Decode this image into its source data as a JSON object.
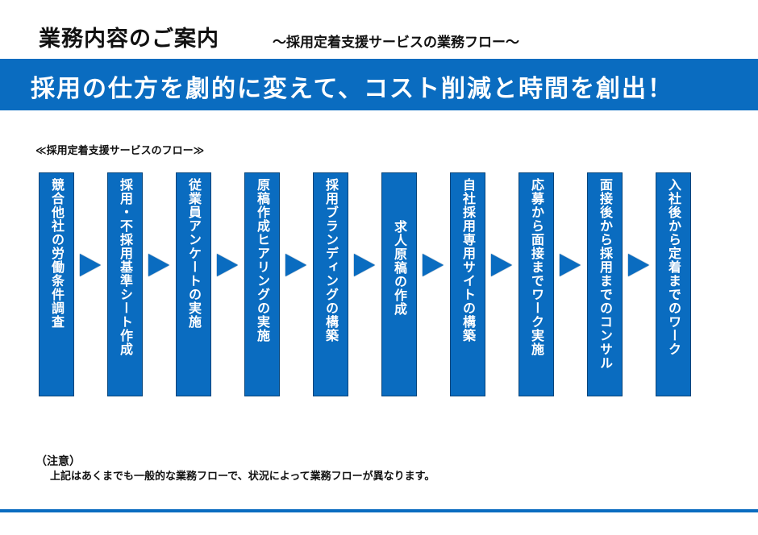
{
  "header": {
    "title": "業務内容のご案内",
    "subtitle": "～採用定着支援サービスの業務フロー～"
  },
  "banner": {
    "text": "採用の仕方を劇的に変えて、コスト削減と時間を創出！"
  },
  "flow": {
    "label": "≪採用定着支援サービスのフロー≫",
    "steps": [
      "競合他社の労働条件調査",
      "採用・不採用基準シート作成",
      "従業員アンケートの実施",
      "原稿作成ヒアリングの実施",
      "採用ブランディングの構築",
      "求人原稿の作成",
      "自社採用専用サイトの構築",
      "応募から面接までワーク実施",
      "面接後から採用までのコンサル",
      "入社後から定着までのワーク"
    ]
  },
  "note": {
    "heading": "（注意）",
    "body": "上記はあくまでも一般的な業務フローで、状況によって業務フローが異なります。"
  },
  "colors": {
    "accent": "#0a6cc0",
    "accent_border": "#06447a",
    "text": "#111111",
    "background": "#ffffff"
  }
}
